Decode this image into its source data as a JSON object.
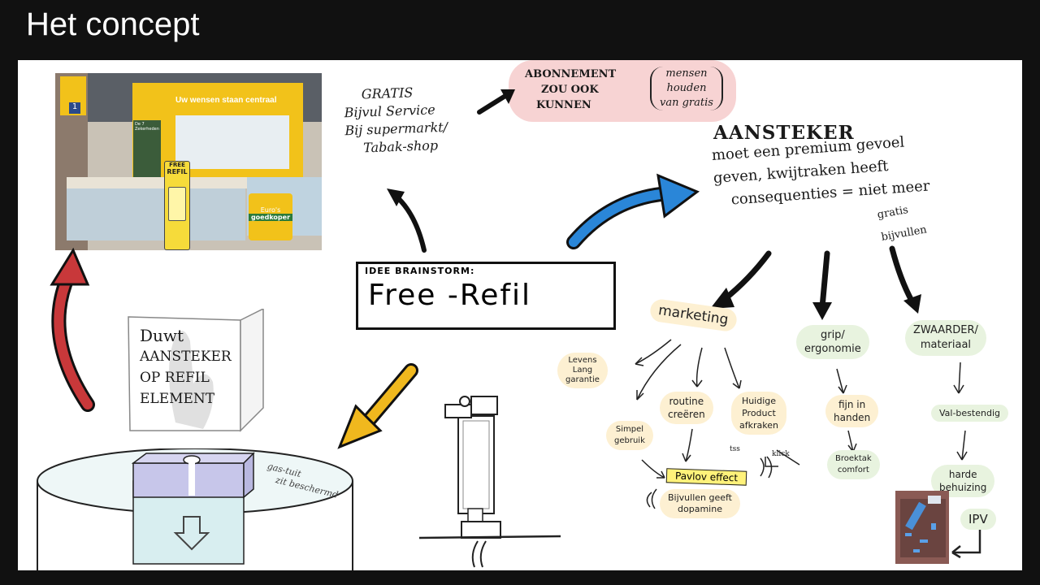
{
  "slide": {
    "title": "Het concept"
  },
  "colors": {
    "background": "#111111",
    "canvas": "#ffffff",
    "pink": "#f7d3d3",
    "cream": "#fdf0d2",
    "green": "#e8f3df",
    "blue_arrow": "#2a86d8",
    "yellow_arrow": "#f0b81e",
    "red_arrow": "#c8383a",
    "highlight": "#fff27a"
  },
  "store_photo": {
    "banner": "Uw wensen staan centraal",
    "sign_number": "1",
    "sign_list_title": "De 7 Zekerheden",
    "product_label_top": "FREE",
    "product_label_bottom": "REFIL",
    "pillar_label_1": "Euro's",
    "pillar_label_2": "goedkoper"
  },
  "gratis_note": {
    "lines": [
      "GRATIS",
      "Bijvul Service",
      "Bij supermarkt/",
      "Tabak-shop"
    ]
  },
  "subscription": {
    "lines": [
      "ABONNEMENT",
      "ZOU OOK",
      "KUNNEN"
    ],
    "aside": [
      "mensen",
      "houden",
      "van gratis"
    ]
  },
  "lighter_note": {
    "title": "AANSTEKER",
    "lines": [
      "moet een premium gevoel",
      "geven, kwijtraken heeft",
      "consequenties = niet meer"
    ],
    "aside": "gratis bijvullen"
  },
  "brainstorm": {
    "label": "IDEE BRAINSTORM:",
    "title": "Free -Refil"
  },
  "box_sketch": {
    "lines": [
      "Duwt",
      "AANSTEKER",
      "OP REFIL",
      "ELEMENT"
    ]
  },
  "gas_note": {
    "lines": [
      "gas-tuit",
      "zit beschermd"
    ]
  },
  "branches": {
    "marketing": "marketing",
    "grip": [
      "grip/",
      "ergonomie"
    ],
    "zwaarder": [
      "ZWAARDER/",
      "materiaal"
    ]
  },
  "marketing_items": {
    "levenslang": [
      "Levens",
      "Lang",
      "garantie"
    ],
    "simpel": [
      "Simpel",
      "gebruik"
    ],
    "routine": [
      "routine",
      "creëren"
    ],
    "huidige": [
      "Huidige",
      "Product",
      "afkraken"
    ],
    "pavlov": "Pavlov effect",
    "tsss": "tss",
    "klick": "klick",
    "dopamine": [
      "Bijvullen geeft",
      "dopamine"
    ]
  },
  "grip_items": {
    "handen": [
      "fijn in",
      "handen"
    ],
    "comfort": [
      "Broektak",
      "comfort"
    ]
  },
  "zwaar_items": {
    "val": "Val-bestendig",
    "harde": [
      "harde",
      "behuizing"
    ],
    "ipv": "IPV"
  }
}
